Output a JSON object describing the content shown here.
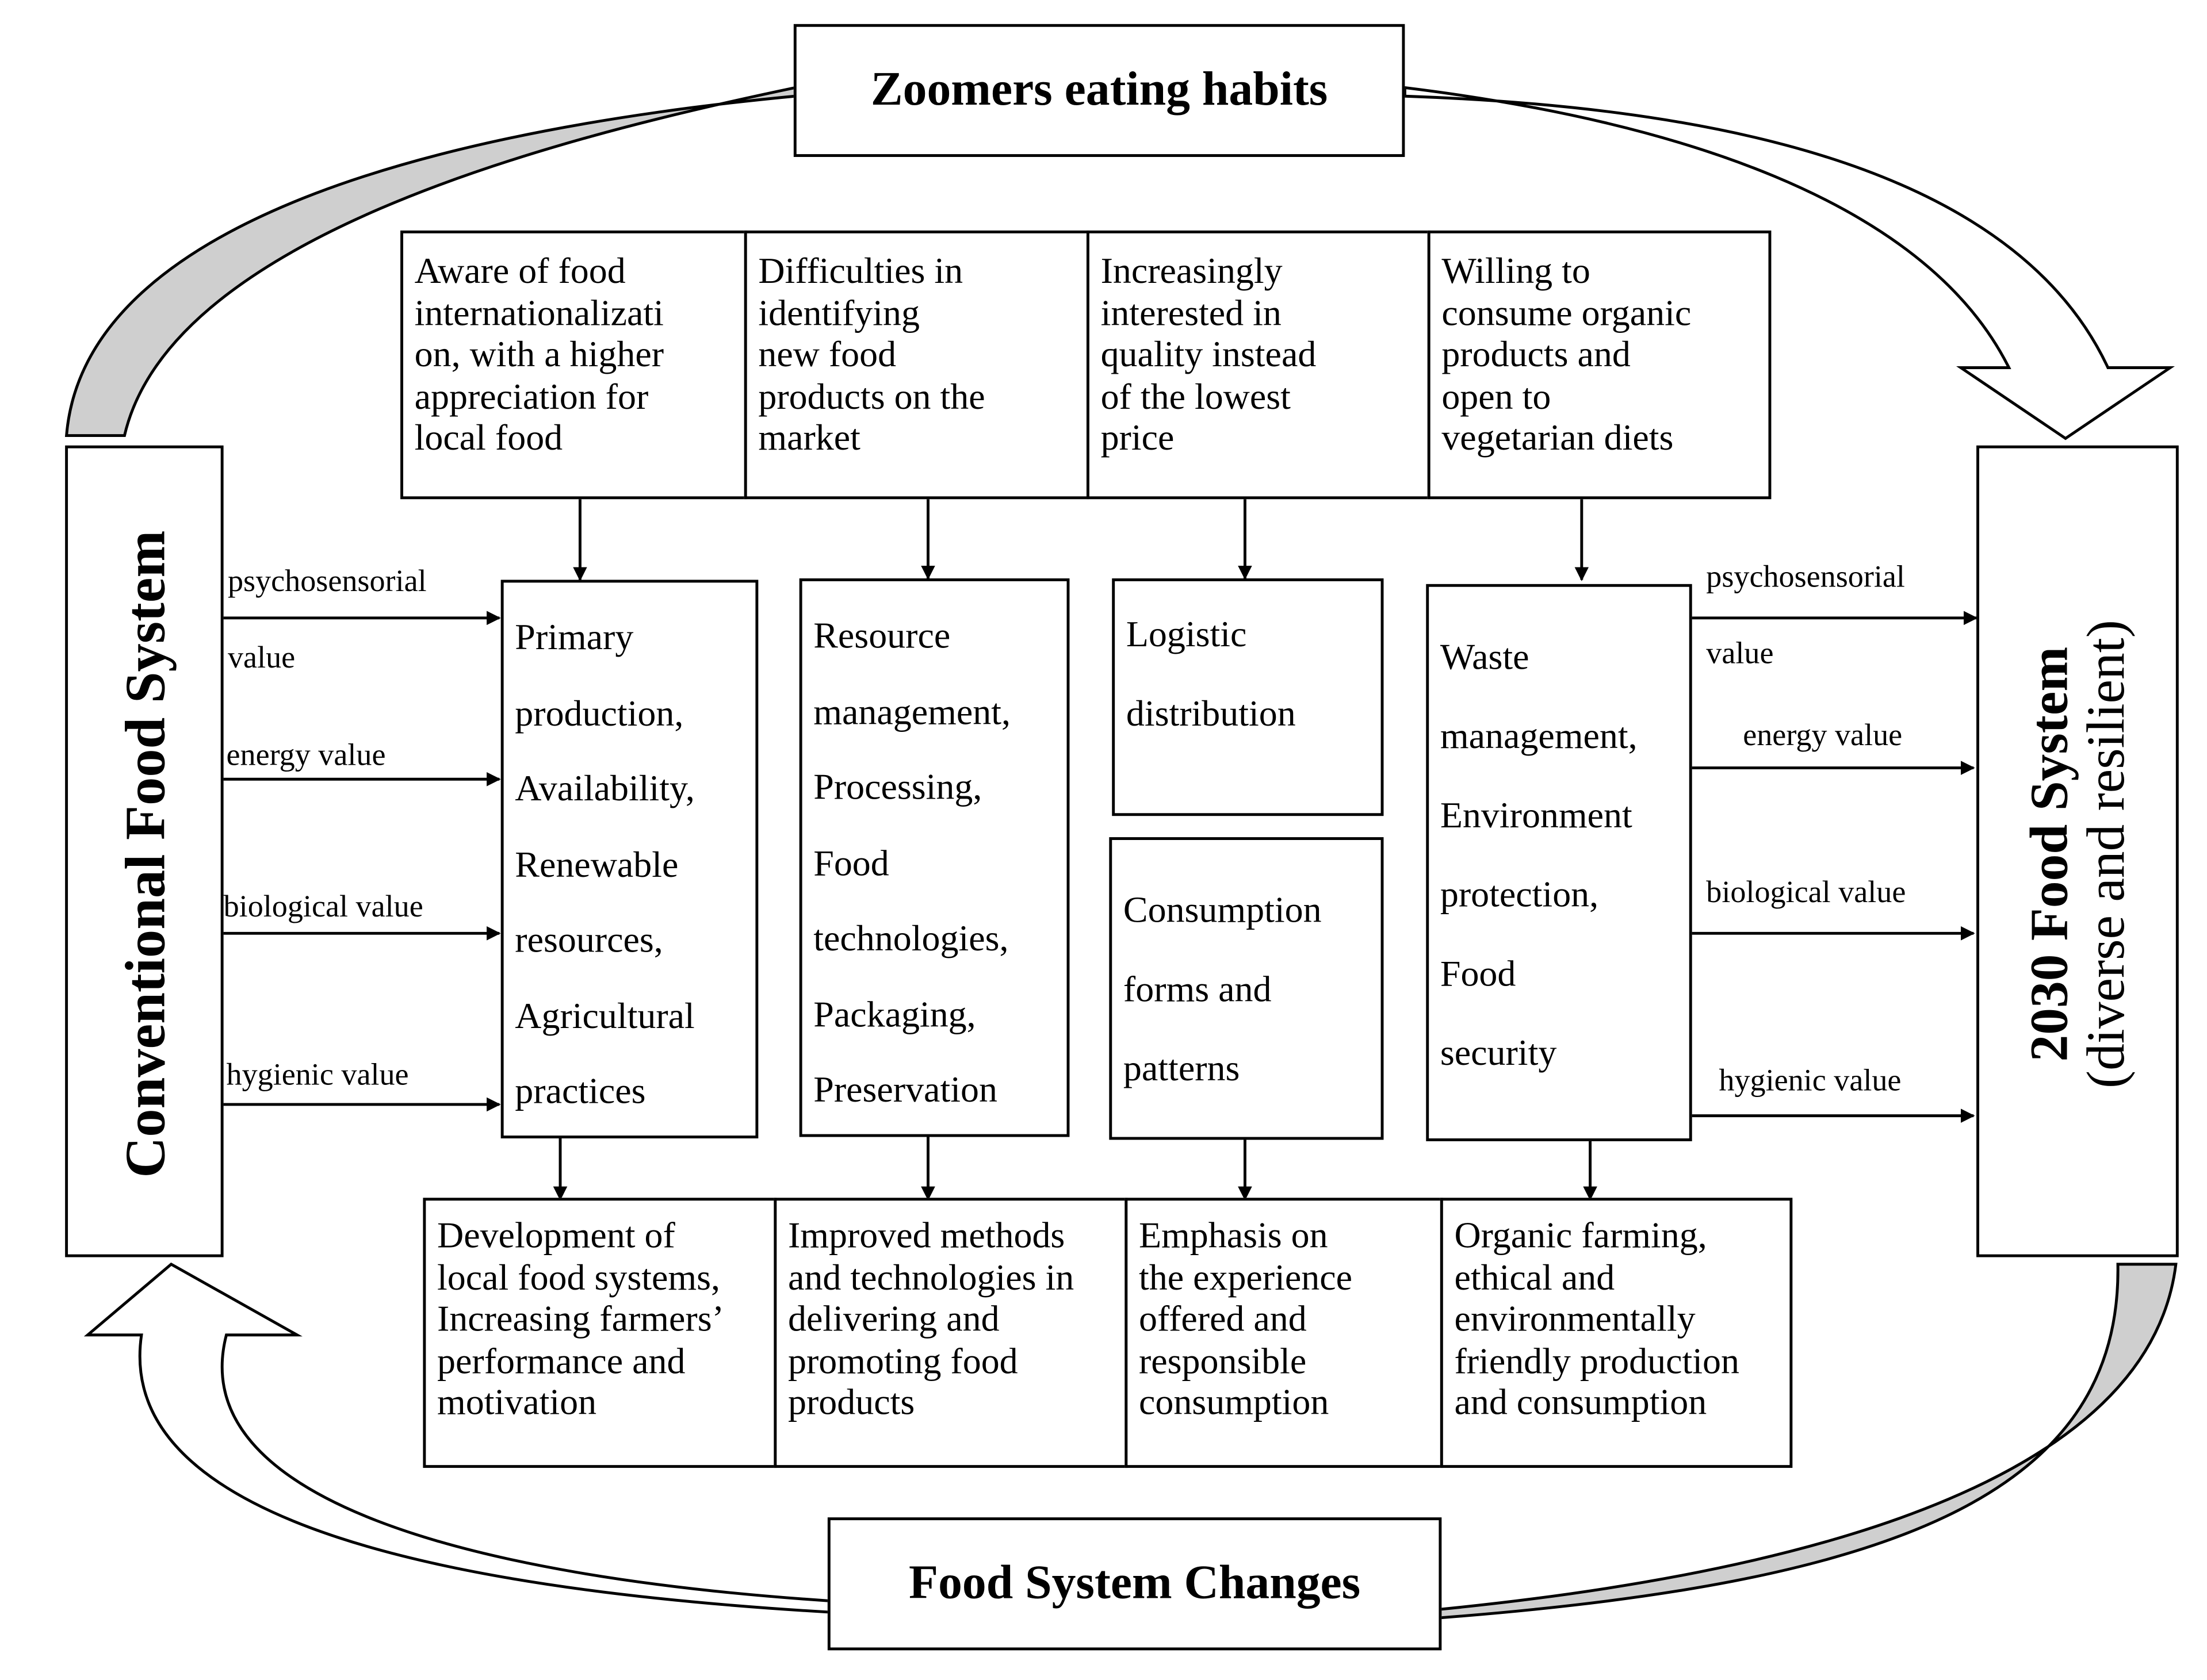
{
  "top_title": "Zoomers eating habits",
  "bottom_title": "Food System Changes",
  "left_system": "Conventional Food System",
  "right_system": {
    "line1": "2030 Food System",
    "line2": "(diverse and resilient)"
  },
  "habits": [
    "Aware of food\ninternationalizati\non, with a higher\nappreciation for\nlocal food",
    "Difficulties in\nidentifying\nnew food\nproducts on the\nmarket",
    "Increasingly\ninterested in\nquality instead\nof the lowest\nprice",
    "Willing to\nconsume organic\nproducts and\nopen to\nvegetarian diets"
  ],
  "stages": [
    "Primary\nproduction,\nAvailability,\nRenewable\nresources,\nAgricultural\npractices",
    "Resource\nmanagement,\nProcessing,\nFood\ntechnologies,\nPackaging,\nPreservation",
    "Logistic\ndistribution",
    "Consumption\nforms and\npatterns",
    "Waste\nmanagement,\nEnvironment\nprotection,\nFood\nsecurity"
  ],
  "outcomes": [
    "Development of\nlocal food systems,\nIncreasing farmers’\nperformance and\nmotivation",
    "Improved methods\nand technologies in\ndelivering and\npromoting food\nproducts",
    "Emphasis on\nthe experience\noffered and\nresponsible\nconsumption",
    "Organic farming,\nethical and\nenvironmentally\nfriendly production\nand consumption"
  ],
  "value_labels": {
    "psychosensorial": "psychosensorial",
    "value_word": "value",
    "energy": "energy value",
    "biological": "biological value",
    "hygienic": "hygienic value"
  }
}
